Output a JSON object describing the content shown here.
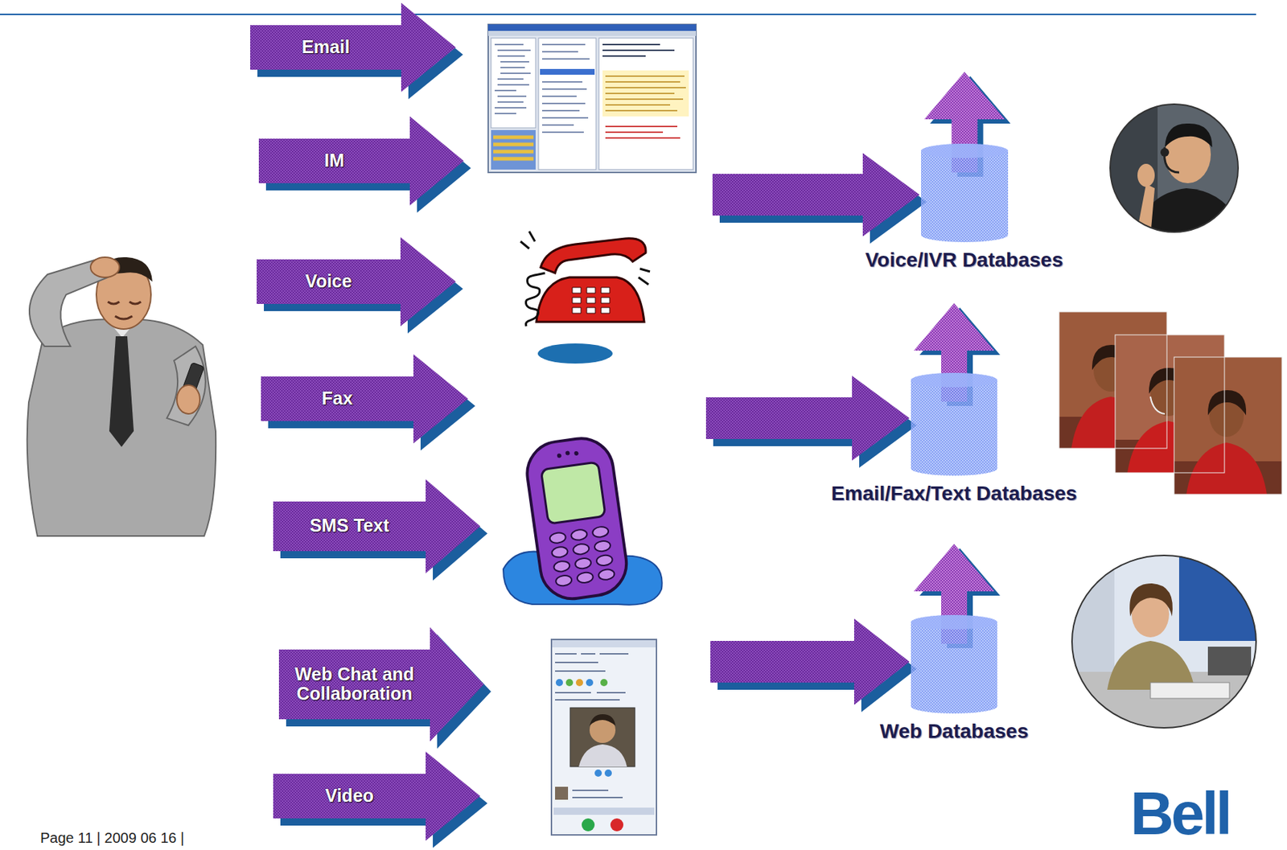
{
  "diagram": {
    "nodes": [
      {
        "text": [
          "Email"
        ]
      },
      {
        "text": [
          "IM"
        ]
      },
      {
        "text": [
          "Voice"
        ]
      },
      {
        "text": [
          "Fax"
        ]
      },
      {
        "text": [
          "SMS Text"
        ]
      },
      {
        "text": [
          "Web Chat and Collaboration"
        ]
      },
      {
        "text": [
          "Video"
        ]
      },
      {
        "text": [
          "Voice/IVR Databases"
        ]
      },
      {
        "text": [
          "Email/Fax/Text Databases"
        ]
      },
      {
        "text": [
          "Web Databases"
        ]
      }
    ],
    "labels": [
      "Page 11 | 2009 06 16 |",
      "Bell"
    ]
  }
}
